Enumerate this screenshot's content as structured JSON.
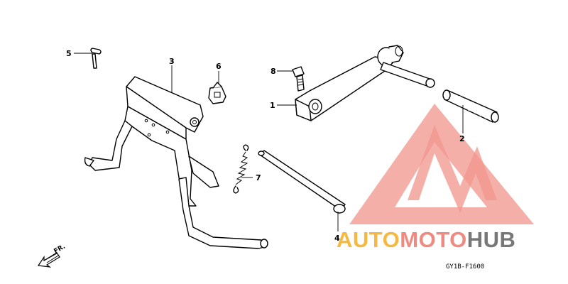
{
  "diagram": {
    "callouts": [
      {
        "id": "1",
        "label": "1"
      },
      {
        "id": "2",
        "label": "2"
      },
      {
        "id": "3",
        "label": "3"
      },
      {
        "id": "4",
        "label": "4"
      },
      {
        "id": "5",
        "label": "5"
      },
      {
        "id": "6",
        "label": "6"
      },
      {
        "id": "7",
        "label": "7"
      },
      {
        "id": "8",
        "label": "8"
      }
    ],
    "drawing_code": "GY1B-F1600",
    "direction_label": "FR."
  },
  "watermark": {
    "part1": "AUTO",
    "part2": "MOTO",
    "part3": "HUB",
    "colors": {
      "logo": "#f08a80",
      "auto": "#f5b942",
      "moto": "#f08a80",
      "hub": "#777777"
    }
  }
}
